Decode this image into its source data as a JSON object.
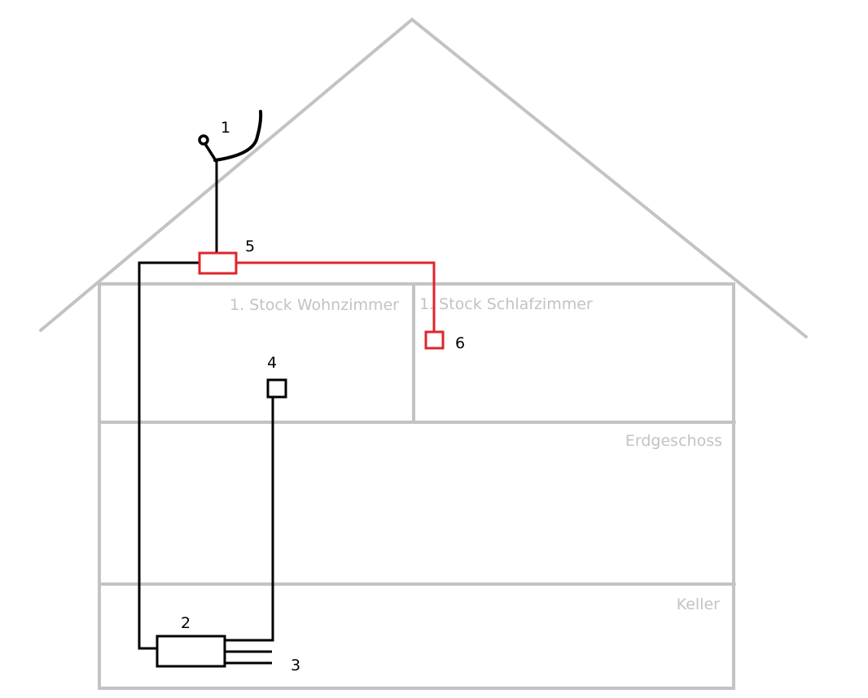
{
  "rooms": {
    "living_room": "1. Stock Wohnzimmer",
    "bedroom": "1. Stock Schlafzimmer",
    "ground_floor": "Erdgeschoss",
    "basement": "Keller"
  },
  "markers": {
    "dish": "1",
    "receiver": "2",
    "outputs": "3",
    "living_socket": "4",
    "splitter": "5",
    "bedroom_socket": "6"
  },
  "colors": {
    "house": "#c3c3c3",
    "cable": "#000000",
    "new_cable": "#e0242b"
  }
}
